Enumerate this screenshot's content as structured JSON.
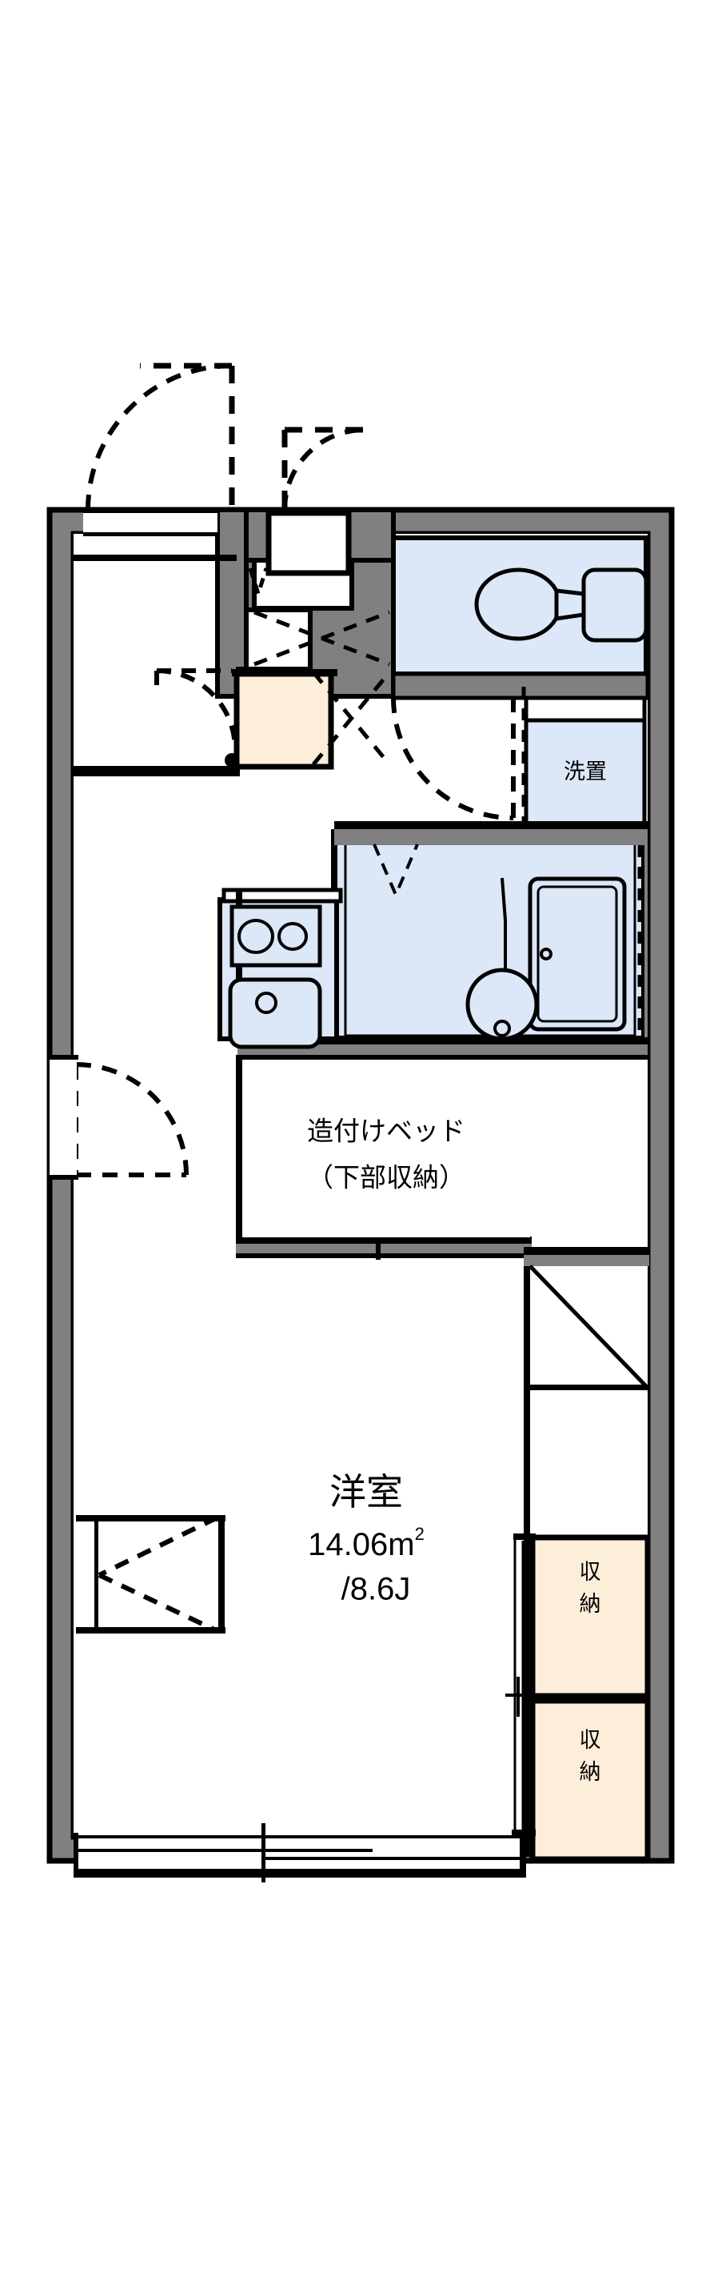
{
  "document": {
    "type": "floor-plan",
    "title": "1K Apartment Floor Plan",
    "background_color": "#ffffff"
  },
  "colors": {
    "wall_fill": "#808080",
    "wall_outline": "#000000",
    "water_fill": "#dce7f8",
    "storage_fill": "#fdeeda",
    "line": "#000000",
    "paper": "#ffffff"
  },
  "rooms": [
    {
      "id": "main-room",
      "name": "洋室",
      "area_metric": "14.06m",
      "area_unit_sup": "2",
      "area_jo": "/8.6J",
      "fill": "#ffffff"
    },
    {
      "id": "built-in-bed",
      "name_line1": "造付けベッド",
      "name_line2": "（下部収納）",
      "fill": "#ffffff"
    },
    {
      "id": "toilet",
      "name": "",
      "fill": "#dce7f8"
    },
    {
      "id": "laundry",
      "name": "洗置",
      "fill": "#dce7f8"
    },
    {
      "id": "unit-bath",
      "name": "",
      "fill": "#dce7f8"
    },
    {
      "id": "kitchen",
      "name": "",
      "fill": "#dce7f8"
    },
    {
      "id": "entrance-hall",
      "name": "",
      "fill": "#ffffff"
    }
  ],
  "labels": {
    "main_room": "洋室",
    "main_room_area": "14.06m",
    "main_room_area_sup": "2",
    "main_room_jo": "/8.6J",
    "bed_line1": "造付けベッド",
    "bed_line2": "（下部収納）",
    "laundry": "洗置",
    "storage_upper_char1": "収",
    "storage_upper_char2": "納",
    "storage_lower_char1": "収",
    "storage_lower_char2": "納"
  },
  "fixtures": [
    {
      "id": "toilet-bowl",
      "icon": "toilet-icon",
      "room": "toilet"
    },
    {
      "id": "toilet-tank",
      "icon": "cistern-icon",
      "room": "toilet"
    },
    {
      "id": "stove-2burner",
      "icon": "stove-icon",
      "room": "kitchen",
      "burners": 2
    },
    {
      "id": "kitchen-sink",
      "icon": "sink-icon",
      "room": "kitchen"
    },
    {
      "id": "bathtub",
      "icon": "bathtub-icon",
      "room": "unit-bath"
    },
    {
      "id": "wash-basin",
      "icon": "washbasin-icon",
      "room": "unit-bath"
    },
    {
      "id": "shoe-cabinet",
      "icon": "shoe-cabinet-icon",
      "room": "entrance-hall"
    },
    {
      "id": "entrance-step",
      "icon": "genkan-step-icon",
      "room": "entrance-hall"
    }
  ],
  "openings": [
    {
      "id": "entry-door",
      "type": "hinged-door",
      "swing": "outward-left"
    },
    {
      "id": "meter-box-door",
      "type": "hinged-door",
      "swing": "outward-left"
    },
    {
      "id": "toilet-door",
      "type": "hinged-door",
      "swing": "inward"
    },
    {
      "id": "room-door",
      "type": "hinged-door",
      "swing": "inward-left"
    },
    {
      "id": "entrance-sliding-door",
      "type": "sliding-door"
    },
    {
      "id": "bath-door",
      "type": "folding-door"
    },
    {
      "id": "balcony-window",
      "type": "sliding-window"
    },
    {
      "id": "storage-upper-door",
      "type": "sliding-door"
    },
    {
      "id": "storage-lower-door",
      "type": "sliding-door"
    },
    {
      "id": "closet-door-left",
      "type": "folding-door"
    },
    {
      "id": "loft-access",
      "type": "diagonal-marker"
    }
  ],
  "storage_units": [
    {
      "id": "storage-upper",
      "label_chars": [
        "収",
        "納"
      ],
      "fill": "#fdeeda"
    },
    {
      "id": "storage-lower",
      "label_chars": [
        "収",
        "納"
      ],
      "fill": "#fdeeda"
    }
  ]
}
